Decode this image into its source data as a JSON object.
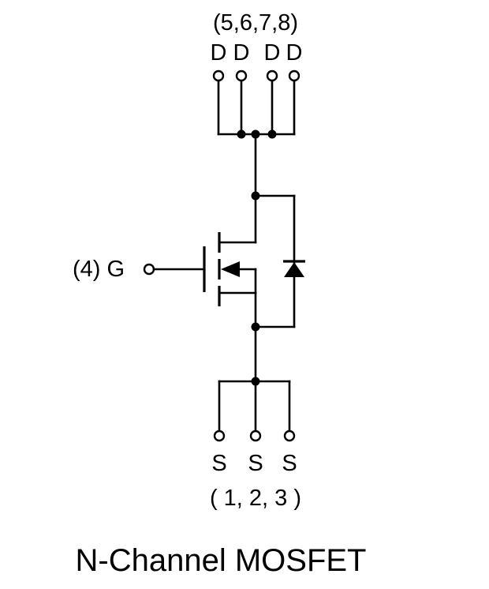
{
  "drain": {
    "pins_label": "(5,6,7,8)",
    "letters": [
      "D",
      "D",
      "D",
      "D"
    ]
  },
  "gate": {
    "label": "(4) G"
  },
  "source": {
    "letters": [
      "S",
      "S",
      "S"
    ],
    "pins_label": "( 1, 2, 3 )"
  },
  "caption": "N-Channel MOSFET"
}
